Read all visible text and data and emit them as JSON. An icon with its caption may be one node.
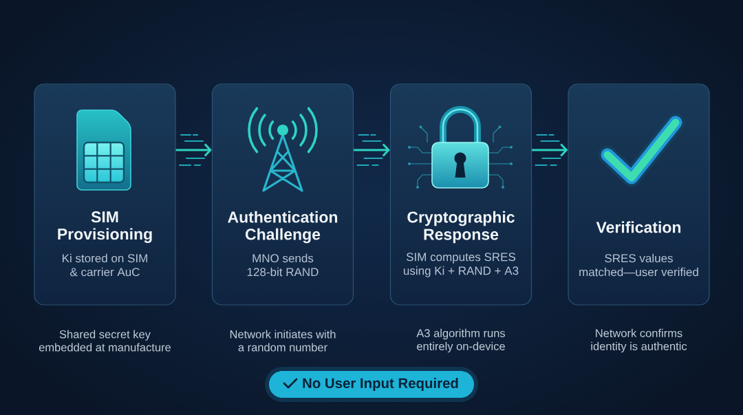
{
  "diagram": {
    "nodes": [
      {
        "text": [
          "SIM Provisioning",
          "Ki stored on SIM & carrier AuC"
        ],
        "beside": [
          "Shared secret key embedded at manufacture"
        ]
      },
      {
        "text": [
          "Authentication Challenge",
          "MNO sends 128-bit RAND"
        ],
        "beside": [
          "Network initiates with a random number"
        ]
      },
      {
        "text": [
          "Cryptographic Response",
          "SIM computes SRES using Ki + RAND + A3"
        ],
        "beside": [
          "A3 algorithm runs entirely on-device"
        ]
      },
      {
        "text": [
          "Verification",
          "SRES values matched—user verified"
        ],
        "beside": [
          "Network confirms identity is authentic"
        ]
      },
      {
        "text": [
          "No User Input Required"
        ]
      }
    ],
    "edges": [
      {
        "from": 0,
        "to": 1,
        "arrow": "to"
      },
      {
        "from": 1,
        "to": 2,
        "arrow": "to"
      },
      {
        "from": 2,
        "to": 3,
        "arrow": "to"
      }
    ]
  }
}
